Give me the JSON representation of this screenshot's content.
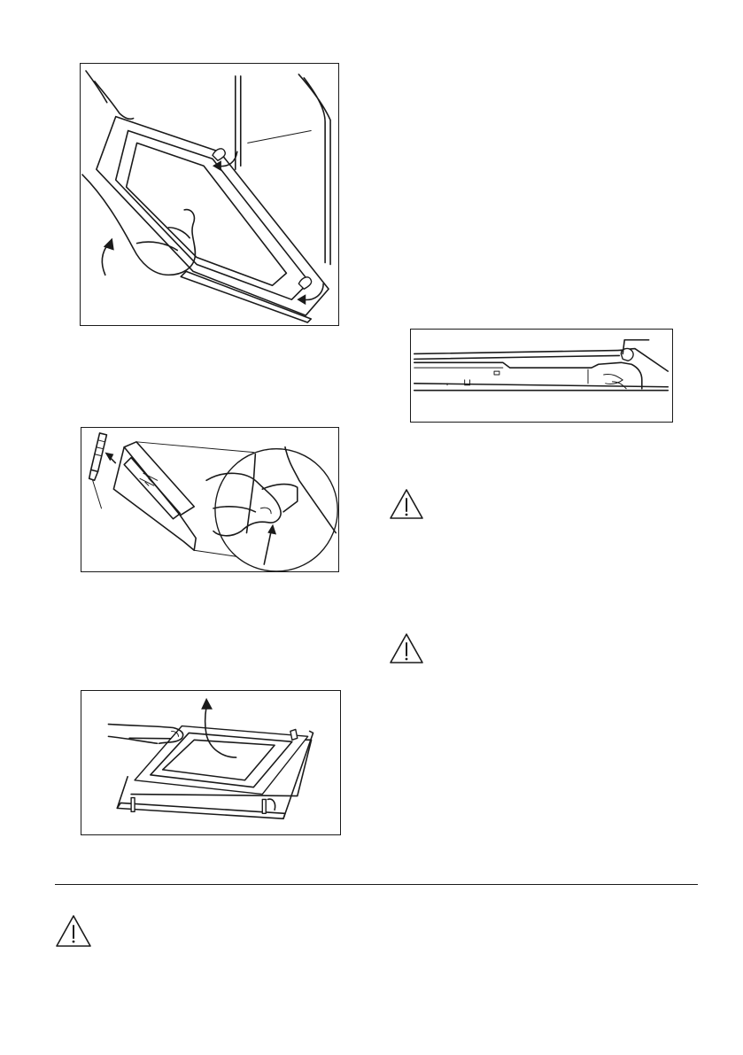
{
  "figures": [
    {
      "id": "remove-door-hinges",
      "icon": "oven-door-hinge-release-illustration"
    },
    {
      "id": "door-panel-lift-detail",
      "icon": "door-panel-release-illustration"
    },
    {
      "id": "glass-panel-removal",
      "icon": "glass-panel-lift-illustration"
    },
    {
      "id": "door-seal-clip-section",
      "icon": "door-seal-section-illustration"
    }
  ],
  "warnings": [
    {
      "icon": "warning-triangle-icon"
    },
    {
      "icon": "warning-triangle-icon"
    },
    {
      "icon": "warning-triangle-icon"
    }
  ],
  "colors": {
    "ink": "#1a1a1a",
    "paper": "#ffffff"
  }
}
